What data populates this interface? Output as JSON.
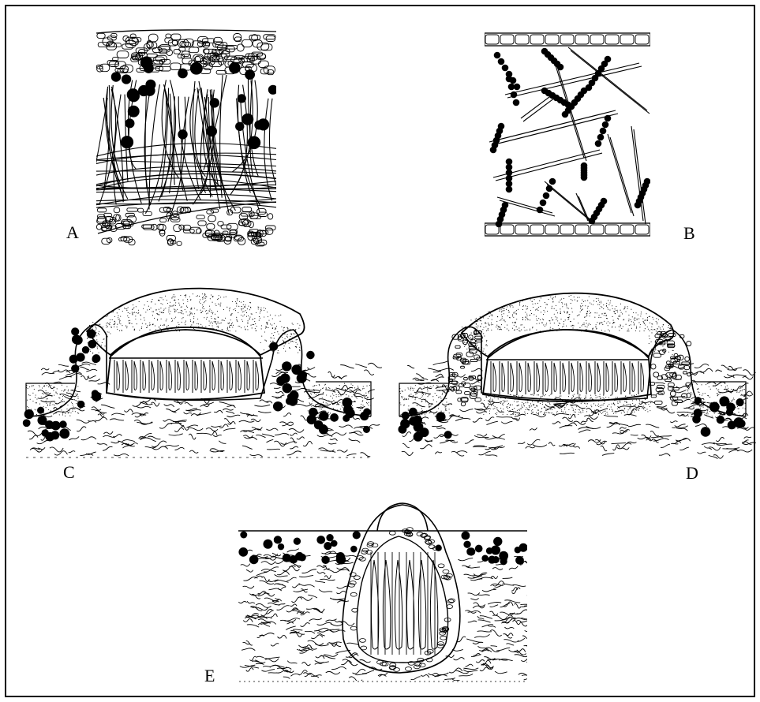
{
  "figure": {
    "panels": [
      {
        "id": "A",
        "label": "A"
      },
      {
        "id": "B",
        "label": "B"
      },
      {
        "id": "C",
        "label": "C"
      },
      {
        "id": "D",
        "label": "D"
      },
      {
        "id": "E",
        "label": "E"
      }
    ],
    "colors": {
      "ink": "#000000",
      "paper": "#ffffff"
    }
  }
}
